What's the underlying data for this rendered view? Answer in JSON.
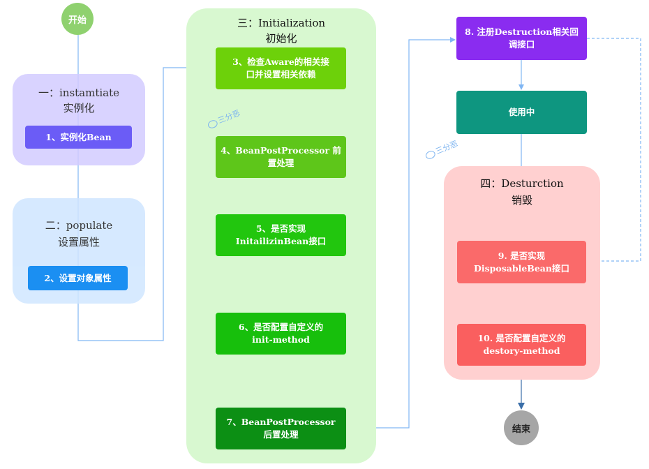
{
  "start": "开始",
  "end": "结束",
  "phases": {
    "instantiate": {
      "title": "一：instamtiate",
      "subtitle": "实例化"
    },
    "populate": {
      "title": "二：populate",
      "subtitle": "设置属性"
    },
    "initialization": {
      "title": "三：Initialization",
      "subtitle": "初始化"
    },
    "destruction": {
      "title": "四：Desturction",
      "subtitle": "销毁"
    }
  },
  "steps": {
    "s1": "1、实例化Bean",
    "s2": "2、设置对象属性",
    "s3_l1": "3、检查Aware的相关接",
    "s3_l2": "口并设置相关依赖",
    "s4_l1": "4、BeanPostProcessor 前",
    "s4_l2": "置处理",
    "s5_l1": "5、是否实现",
    "s5_l2": "InitailizinBean接口",
    "s6_l1": "6、是否配置自定义的",
    "s6_l2": "init-method",
    "s7_l1": "7、BeanPostProcessor",
    "s7_l2": "后置处理",
    "s8_l1": "8. 注册Destruction相关回",
    "s8_l2": "调接口",
    "inuse": "使用中",
    "s9_l1": "9. 是否实现",
    "s9_l2": "DisposableBean接口",
    "s10_l1": "10. 是否配置自定义的",
    "s10_l2": "destory-method"
  },
  "watermark": "三分恶",
  "colors": {
    "start": "#8fd16f",
    "end": "#a6a6a6",
    "instantiate_panel": "#d3ccff",
    "instantiate_node": "#6b5cf6",
    "populate_panel": "#d0e6ff",
    "populate_node": "#1b8ff2",
    "init_panel": "#d8f8d0",
    "s3": "#6dd10a",
    "s4": "#5ec61a",
    "s5": "#22c60e",
    "s6": "#17bf0c",
    "s7": "#0c8f14",
    "s8": "#8a2cf0",
    "inuse": "#0e9680",
    "destruct_panel": "#ffd0d0",
    "s9": "#fa6a6a",
    "s10": "#fa5f5f",
    "line": "#80b6f3"
  }
}
